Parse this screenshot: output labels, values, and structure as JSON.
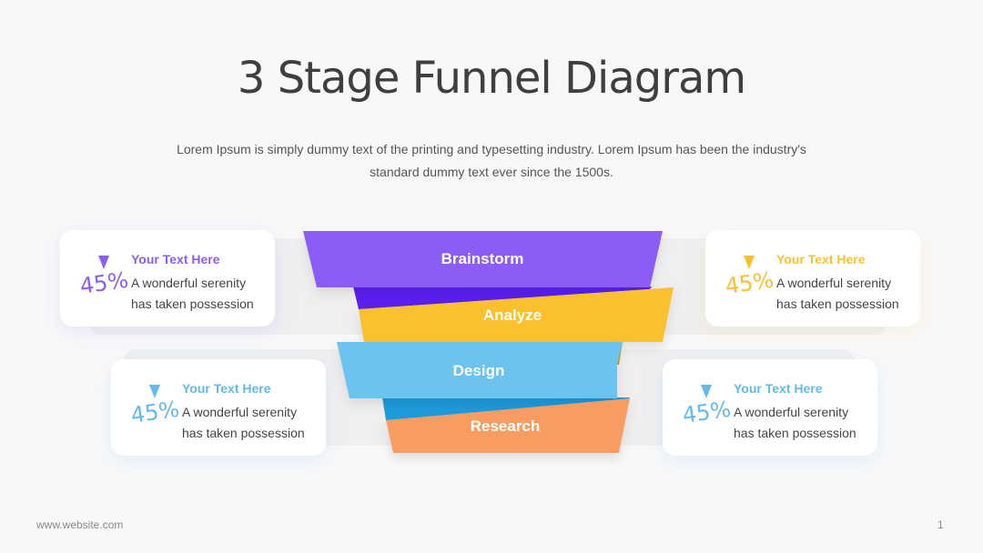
{
  "title": "3 Stage Funnel Diagram",
  "subtitle": "Lorem Ipsum is simply dummy text of the printing and typesetting industry. Lorem Ipsum has been the industry's standard dummy text ever since the 1500s.",
  "colors": {
    "purple": "#8b5cf6",
    "yellow": "#fbc02d",
    "blue": "#64b9ec",
    "orange": "#f59a64"
  },
  "stages": [
    {
      "label": "Brainstorm",
      "color": "#8b5cf6"
    },
    {
      "label": "Analyze",
      "color": "#fbc02d"
    },
    {
      "label": "Design",
      "color": "#64b9ec"
    },
    {
      "label": "Research",
      "color": "#f59a64"
    }
  ],
  "cards": [
    {
      "heading": "Your Text Here",
      "percent": "45%",
      "body": "A wonderful serenity has taken possession",
      "color": "#8b5cf6",
      "icon": "arrow-down-icon"
    },
    {
      "heading": "Your Text Here",
      "percent": "45%",
      "body": "A wonderful serenity has taken possession",
      "color": "#fbc02d",
      "icon": "arrow-down-icon"
    },
    {
      "heading": "Your Text Here",
      "percent": "45%",
      "body": "A wonderful serenity has taken possession",
      "color": "#64b9ec",
      "icon": "arrow-down-icon"
    },
    {
      "heading": "Your Text Here",
      "percent": "45%",
      "body": "A wonderful serenity has taken possession",
      "color": "#64b9ec",
      "icon": "arrow-down-icon"
    }
  ],
  "footer": {
    "website": "www.website.com",
    "page_number": "1"
  }
}
